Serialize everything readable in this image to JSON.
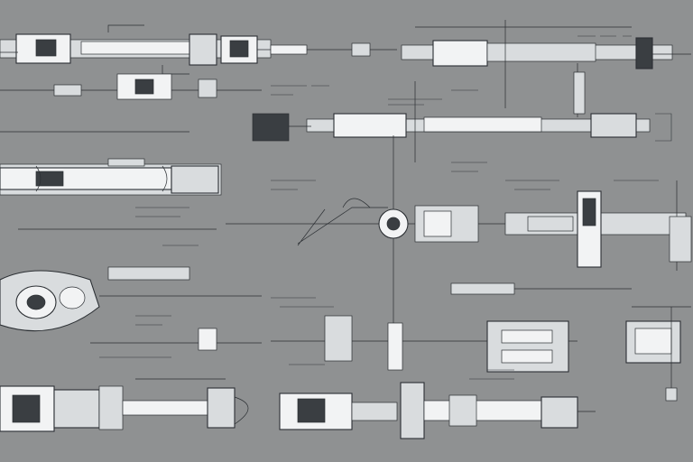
{
  "sheet": {
    "background": "#8f9192",
    "ink": "#2b2f33",
    "highlight": "#f2f3f4",
    "body": "#d9dcde"
  },
  "components": [
    {
      "id": "rifle-top-left"
    },
    {
      "id": "rifle-top-right"
    },
    {
      "id": "barrel-assembly-upper-mid"
    },
    {
      "id": "receiver-left"
    },
    {
      "id": "rail-mount-left"
    },
    {
      "id": "central-gimbal-mechanism"
    },
    {
      "id": "scope-right"
    },
    {
      "id": "engine-cluster-left"
    },
    {
      "id": "mid-carriage"
    },
    {
      "id": "right-turret-unit"
    },
    {
      "id": "cannon-bottom-left"
    },
    {
      "id": "cannon-bottom-center"
    }
  ]
}
